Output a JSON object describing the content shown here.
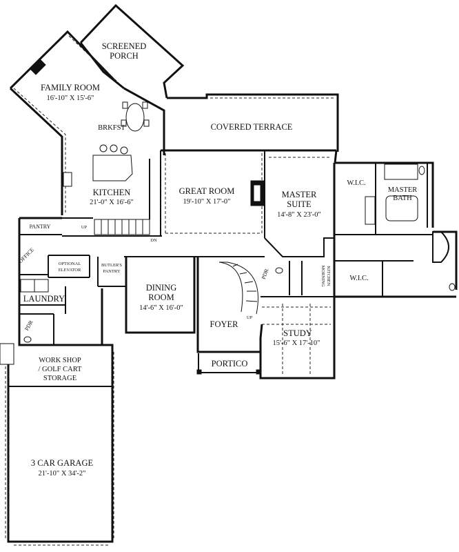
{
  "rooms": {
    "screened_porch": {
      "line1": "SCREENED",
      "line2": "PORCH"
    },
    "family_room": {
      "name": "FAMILY ROOM",
      "size": "16'-10\" X 15'-6\""
    },
    "brkfst": "BRKFST",
    "covered_terrace": "COVERED TERRACE",
    "kitchen": {
      "name": "KITCHEN",
      "size": "21'-0\" X 16'-6\""
    },
    "great_room": {
      "name": "GREAT ROOM",
      "size": "19'-10\" X 17'-0\""
    },
    "master_suite": {
      "line1": "MASTER",
      "line2": "SUITE",
      "size": "14'-8\" X 23'-0\""
    },
    "wic_1": "W.I.C.",
    "master_bath": {
      "line1": "MASTER",
      "line2": "BATH"
    },
    "wic_2": "W.I.C.",
    "pantry": "PANTRY",
    "office": "OFFICE",
    "optional_elevator": {
      "line1": "OPTIONAL",
      "line2": "ELEVATOR"
    },
    "butlers_pantry": {
      "line1": "BUTLER'S",
      "line2": "PANTRY"
    },
    "dining_room": {
      "line1": "DINING",
      "line2": "ROOM",
      "size": "14'-6\" X 16'-0\""
    },
    "foyer": "FOYER",
    "pdr_1": "PDR",
    "morning_kitchen": {
      "line1": "MORNING",
      "line2": "KITCHEN"
    },
    "laundry": "LAUNDRY",
    "pdr_2": "PDR",
    "study": {
      "name": "STUDY",
      "size": "15'-6\" X 17'-10\""
    },
    "portico": "PORTICO",
    "workshop": {
      "line1": "WORK SHOP",
      "line2": "/ GOLF CART",
      "line3": "STORAGE"
    },
    "garage": {
      "name": "3 CAR GARAGE",
      "size": "21'-10\" X 34'-2\""
    }
  },
  "stair_marks": {
    "up_1": "UP",
    "dn": "DN",
    "up_2": "UP"
  }
}
